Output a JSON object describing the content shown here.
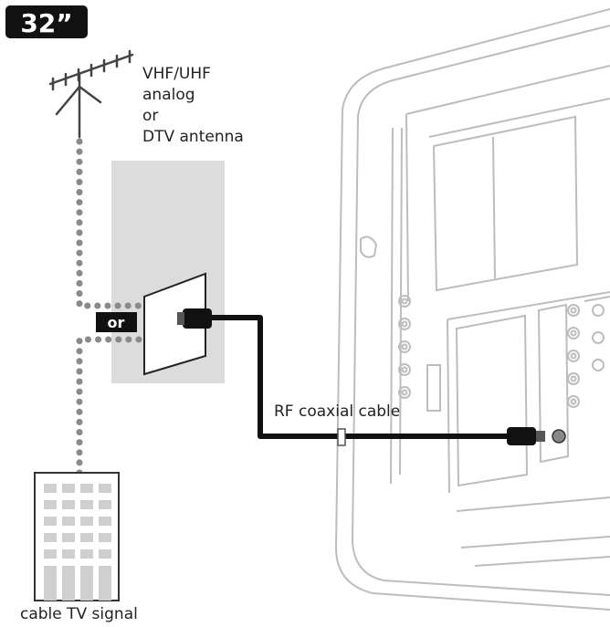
{
  "size_badge": "32”",
  "antenna_label": {
    "line1": "VHF/UHF",
    "line2": "analog",
    "line3": "or",
    "line4": "DTV antenna"
  },
  "or_badge": "or",
  "cable_label": "RF coaxial cable",
  "cable_tv_label": "cable TV signal",
  "colors": {
    "wall_plate_bg": "#dcdcdc",
    "dots": "#8a8a8a",
    "cable": "#111111",
    "badge": "#111111",
    "tv_outline": "#bdbdbd",
    "building": "#cfcfcf"
  }
}
